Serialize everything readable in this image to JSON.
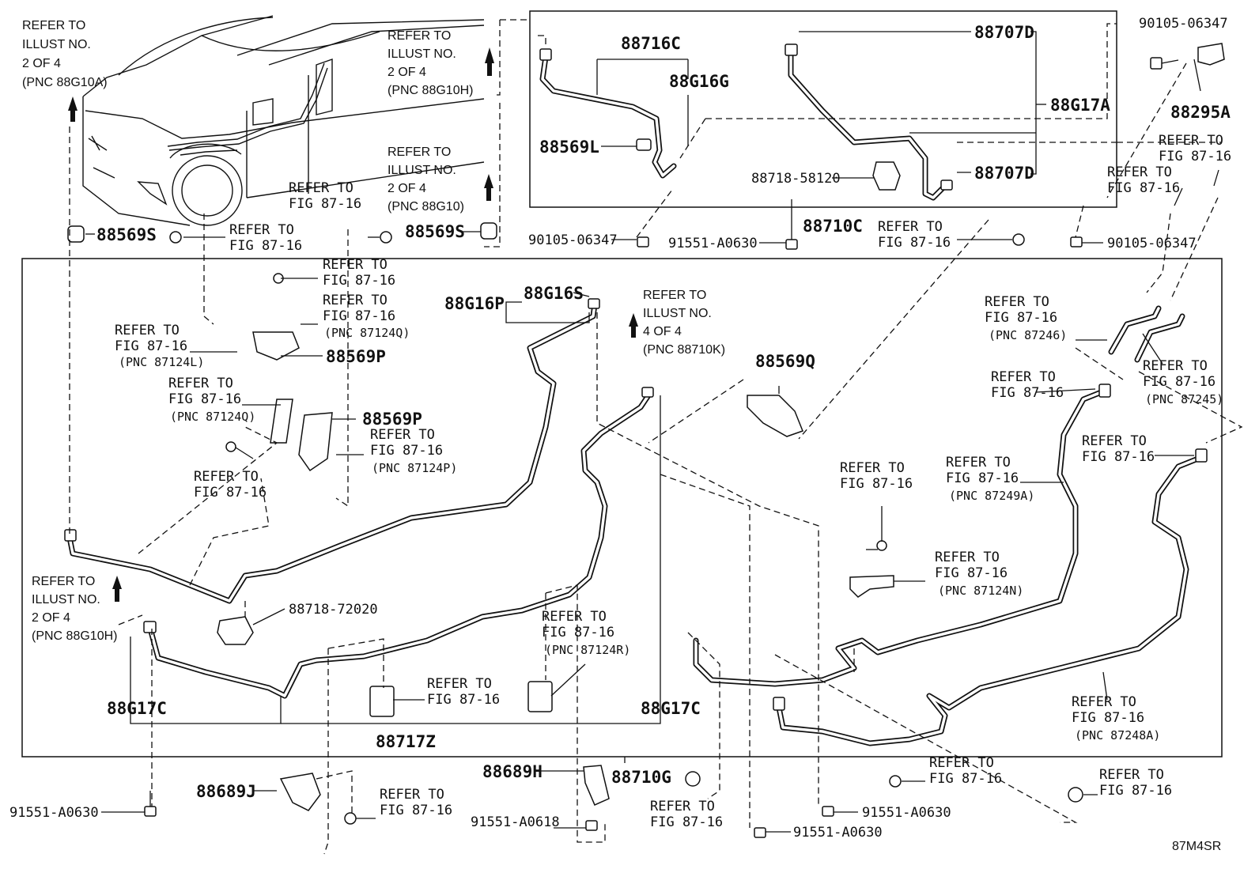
{
  "labels": {
    "l88716C": "88716C",
    "l88G16G": "88G16G",
    "l88707D_top": "88707D",
    "l88G17A": "88G17A",
    "l88707D_bot": "88707D",
    "l88569L": "88569L",
    "l88718_58120": "88718-58120",
    "l88710C": "88710C",
    "l90105_a": "90105-06347",
    "l90105_b": "90105-06347",
    "l90105_c": "90105-06347",
    "l88295A": "88295A",
    "l91551_top": "91551-A0630",
    "l88569S_left": "88569S",
    "l88569S_mid": "88569S",
    "l88G16P": "88G16P",
    "l88G16S": "88G16S",
    "l88569P_a": "88569P",
    "l88569P_b": "88569P",
    "l88569Q": "88569Q",
    "l88718_72020": "88718-72020",
    "l88G17C_left": "88G17C",
    "l88G17C_right": "88G17C",
    "l88717Z": "88717Z",
    "l88689H": "88689H",
    "l88710G": "88710G",
    "l88689J": "88689J",
    "l91551_bl": "91551-A0630",
    "l91551_a0618": "91551-A0618",
    "l91551_bm": "91551-A0630",
    "l91551_br": "91551-A0630",
    "corner_code": "87M4SR"
  },
  "refer": {
    "r1": [
      "REFER TO",
      "ILLUST NO.",
      "2 OF 4",
      "(PNC 88G10A)"
    ],
    "r2": [
      "REFER TO",
      "ILLUST NO.",
      "2 OF 4",
      "(PNC 88G10H)"
    ],
    "r3": [
      "REFER TO",
      "ILLUST NO.",
      "2 OF 4",
      "(PNC 88G10)"
    ],
    "r4": [
      "REFER TO",
      "FIG 87-16"
    ],
    "r5": [
      "REFER TO",
      "FIG 87-16"
    ],
    "r6": [
      "REFER TO",
      "FIG 87-16"
    ],
    "r7": [
      "REFER TO",
      "FIG 87-16"
    ],
    "r8": [
      "REFER TO",
      "FIG 87-16"
    ],
    "r9": [
      "REFER TO",
      "FIG 87-16"
    ],
    "r10": [
      "REFER TO",
      "FIG 87-16"
    ],
    "r11": [
      "REFER TO",
      "FIG 87-16",
      "(PNC 87124Q)"
    ],
    "r12": [
      "REFER TO",
      "FIG 87-16",
      "(PNC 87124L)"
    ],
    "r13": [
      "REFER TO",
      "FIG 87-16",
      "(PNC 87124Q)"
    ],
    "r14": [
      "REFER TO",
      "FIG 87-16",
      "(PNC 87124P)"
    ],
    "r15": [
      "REFER TO",
      "FIG 87-16"
    ],
    "r16": [
      "REFER TO",
      "ILLUST NO.",
      "4 OF 4",
      "(PNC 88710K)"
    ],
    "r17": [
      "REFER TO",
      "FIG 87-16",
      "(PNC 87246)"
    ],
    "r18": [
      "REFER TO",
      "FIG 87-16"
    ],
    "r19": [
      "REFER TO",
      "FIG 87-16",
      "(PNC 87245)"
    ],
    "r20": [
      "REFER TO",
      "FIG 87-16"
    ],
    "r21": [
      "REFER TO",
      "FIG 87-16"
    ],
    "r22": [
      "REFER TO",
      "FIG 87-16",
      "(PNC 87249A)"
    ],
    "r23": [
      "REFER TO",
      "FIG 87-16",
      "(PNC 87124N)"
    ],
    "r24": [
      "REFER TO",
      "ILLUST NO.",
      "2 OF 4",
      "(PNC 88G10H)"
    ],
    "r25": [
      "REFER TO",
      "FIG 87-16"
    ],
    "r26": [
      "REFER TO",
      "FIG 87-16"
    ],
    "r27": [
      "REFER TO",
      "FIG 87-16",
      "(PNC 87124R)"
    ],
    "r28": [
      "REFER TO",
      "FIG 87-16",
      "(PNC 87248A)"
    ],
    "r29": [
      "REFER TO",
      "FIG 87-16"
    ],
    "r30": [
      "REFER TO",
      "FIG 87-16"
    ],
    "r31": [
      "REFER TO",
      "FIG 87-16"
    ],
    "r32": [
      "REFER TO",
      "FIG 87-16"
    ]
  }
}
